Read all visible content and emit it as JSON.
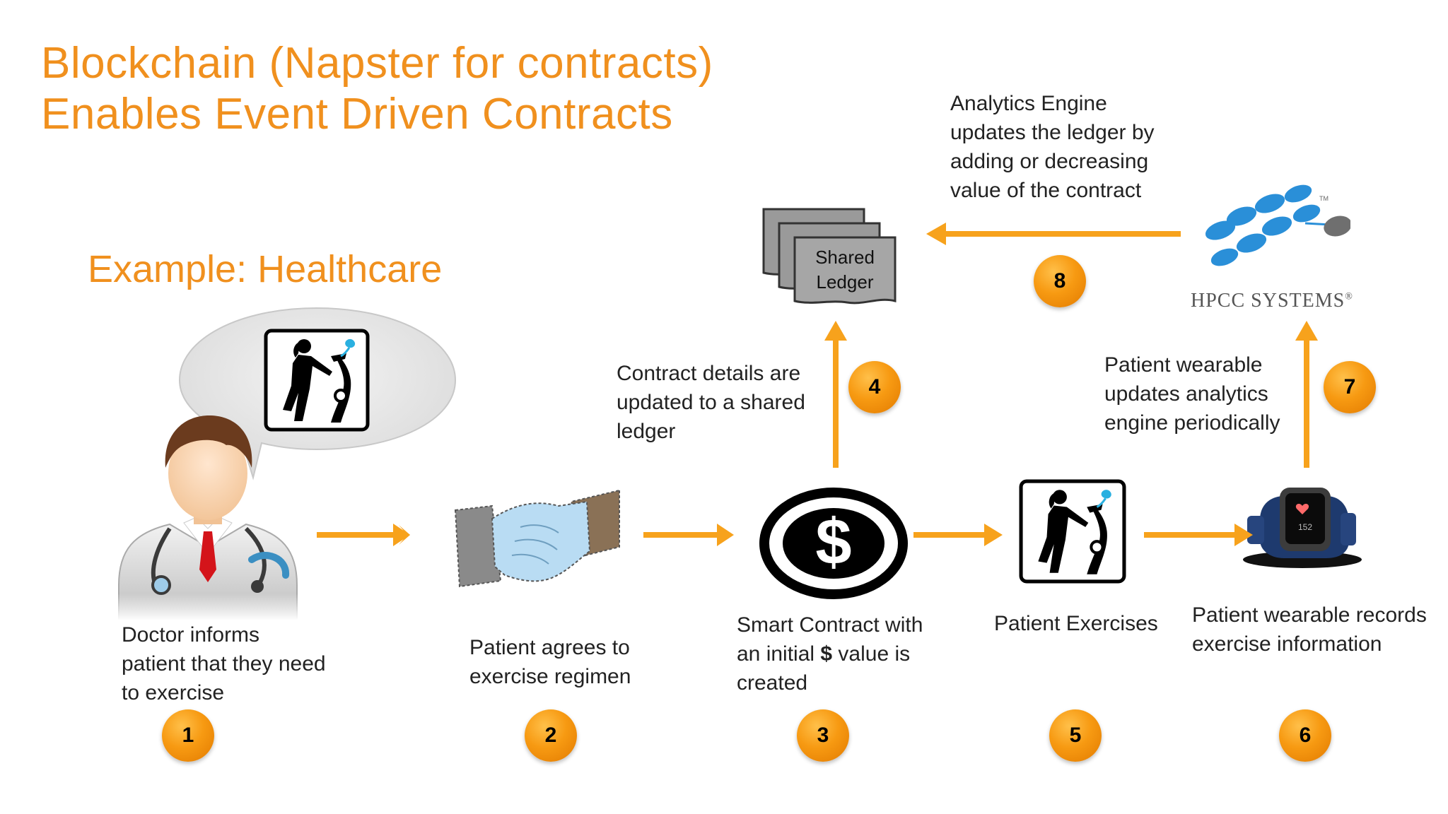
{
  "title": {
    "line1": "Blockchain (Napster for contracts)",
    "line2": "Enables Event Driven Contracts"
  },
  "subtitle": "Example: Healthcare",
  "steps": [
    {
      "number": "1",
      "caption": "Doctor informs\npatient that they need\nto exercise"
    },
    {
      "number": "2",
      "caption": "Patient agrees to\nexercise regimen"
    },
    {
      "number": "3",
      "caption_before": "Smart Contract with\nan initial ",
      "caption_symbol": "$",
      "caption_after": " value is\ncreated"
    },
    {
      "number": "4",
      "caption": "Contract details are\nupdated to a shared\nledger"
    },
    {
      "number": "5",
      "caption": "Patient Exercises"
    },
    {
      "number": "6",
      "caption": "Patient wearable records\nexercise information"
    },
    {
      "number": "7",
      "caption": "Patient wearable\nupdates analytics\nengine periodically"
    },
    {
      "number": "8",
      "caption": "Analytics Engine\nupdates the ledger by\nadding or decreasing\nvalue of the contract"
    }
  ],
  "ledger": {
    "line1": "Shared",
    "line2": "Ledger"
  },
  "hpcc": {
    "name": "HPCC SYSTEMS",
    "reg": "®",
    "tm": "TM"
  },
  "watch": {
    "reading": "152"
  },
  "colors": {
    "accent": "#f0901e",
    "arrow": "#f7a21c",
    "badge": "#f79a12"
  },
  "icons": [
    "doctor-icon",
    "speech-bubble-icon",
    "exercise-icon",
    "handshake-icon",
    "dollar-icon",
    "ledger-icon",
    "hpcc-logo",
    "smartwatch-icon",
    "arrow-icon"
  ]
}
